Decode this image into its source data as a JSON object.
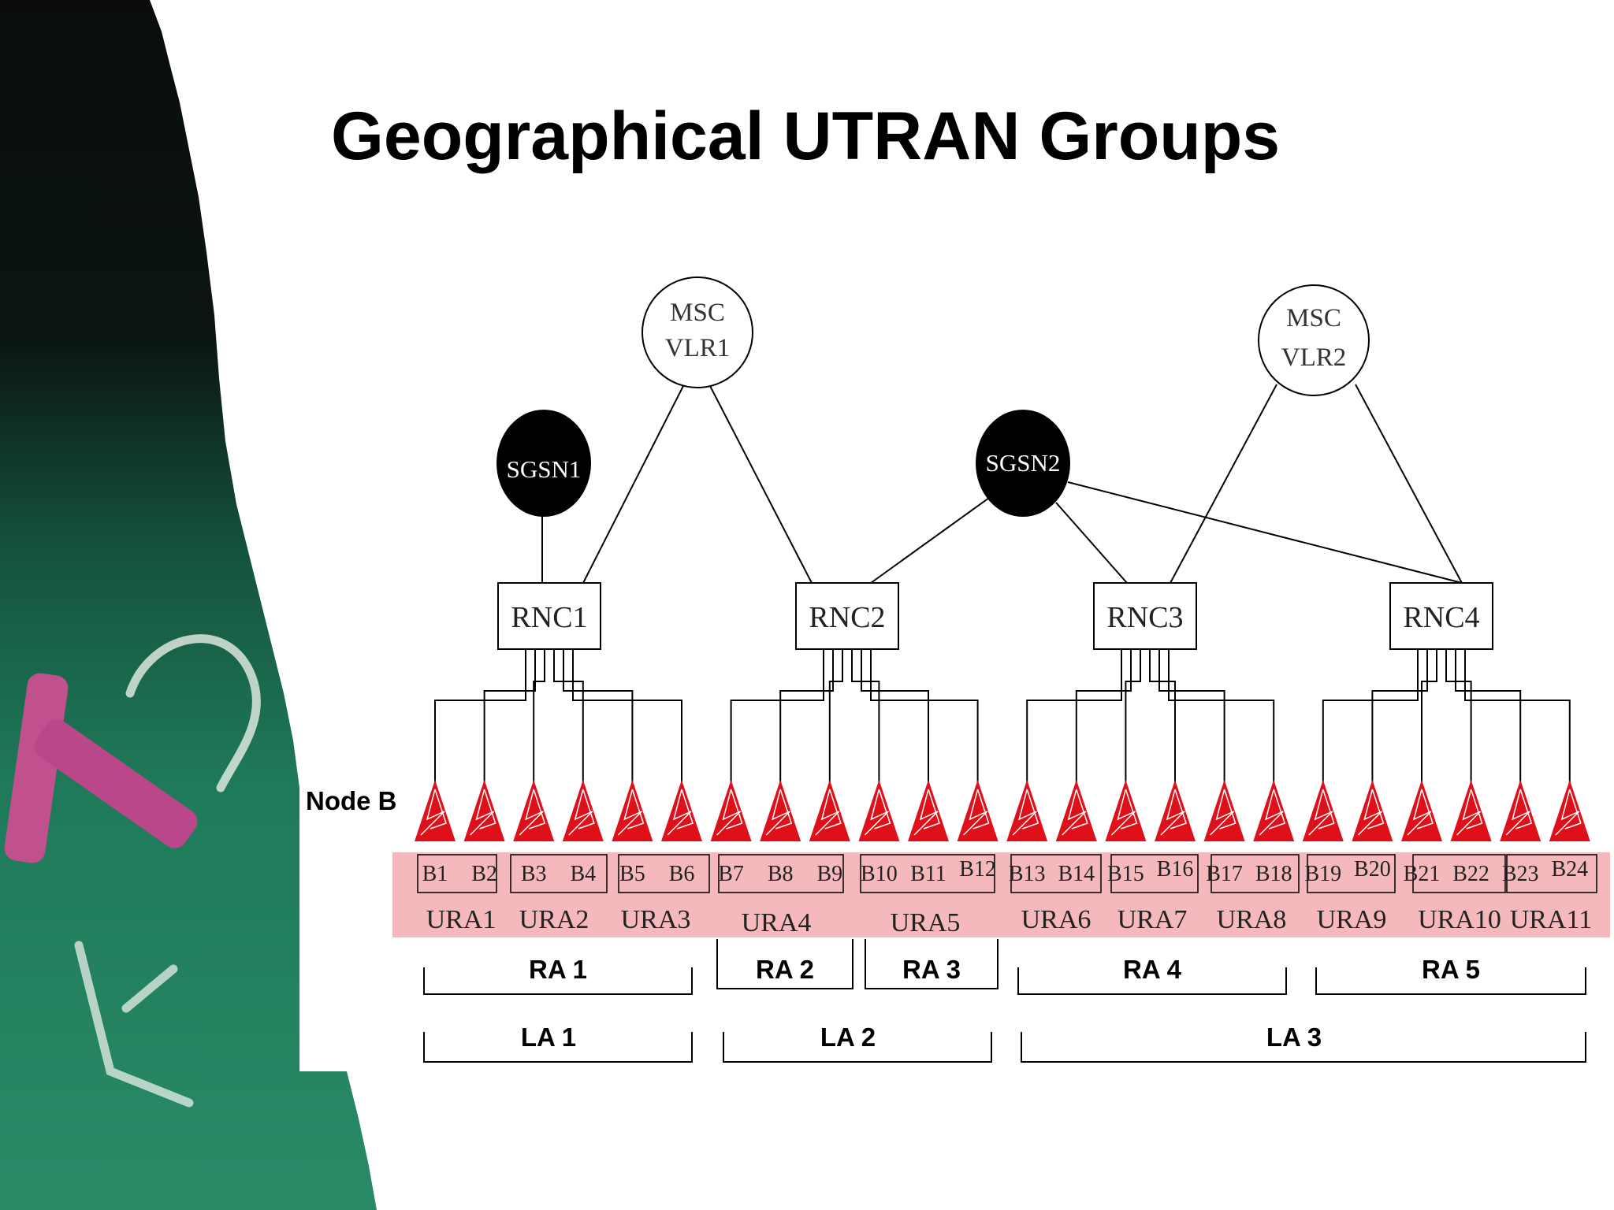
{
  "title": "Geographical UTRAN Groups",
  "colors": {
    "node_b": "#e0101a",
    "ura_band": "#f5b8bd",
    "chalkboard": "#1f7a5a",
    "chalk": "#c0508e"
  },
  "msc": [
    {
      "line1": "MSC",
      "line2": "VLR1"
    },
    {
      "line1": "MSC",
      "line2": "VLR2"
    }
  ],
  "sgsn": [
    "SGSN1",
    "SGSN2"
  ],
  "rnc": [
    "RNC1",
    "RNC2",
    "RNC3",
    "RNC4"
  ],
  "node_b_label": "Node B",
  "cells": [
    "B1",
    "B2",
    "B3",
    "B4",
    "B5",
    "B6",
    "B7",
    "B8",
    "B9",
    "B10",
    "B11",
    "B12",
    "B13",
    "B14",
    "B15",
    "B16",
    "B17",
    "B18",
    "B19",
    "B20",
    "B21",
    "B22",
    "B23",
    "B24"
  ],
  "ura": [
    "URA1",
    "URA2",
    "URA3",
    "URA4",
    "URA5",
    "URA6",
    "URA7",
    "URA8",
    "URA9",
    "URA10",
    "URA11"
  ],
  "ra": [
    "RA 1",
    "RA 2",
    "RA 3",
    "RA 4",
    "RA 5"
  ],
  "la": [
    "LA 1",
    "LA 2",
    "LA 3"
  ]
}
